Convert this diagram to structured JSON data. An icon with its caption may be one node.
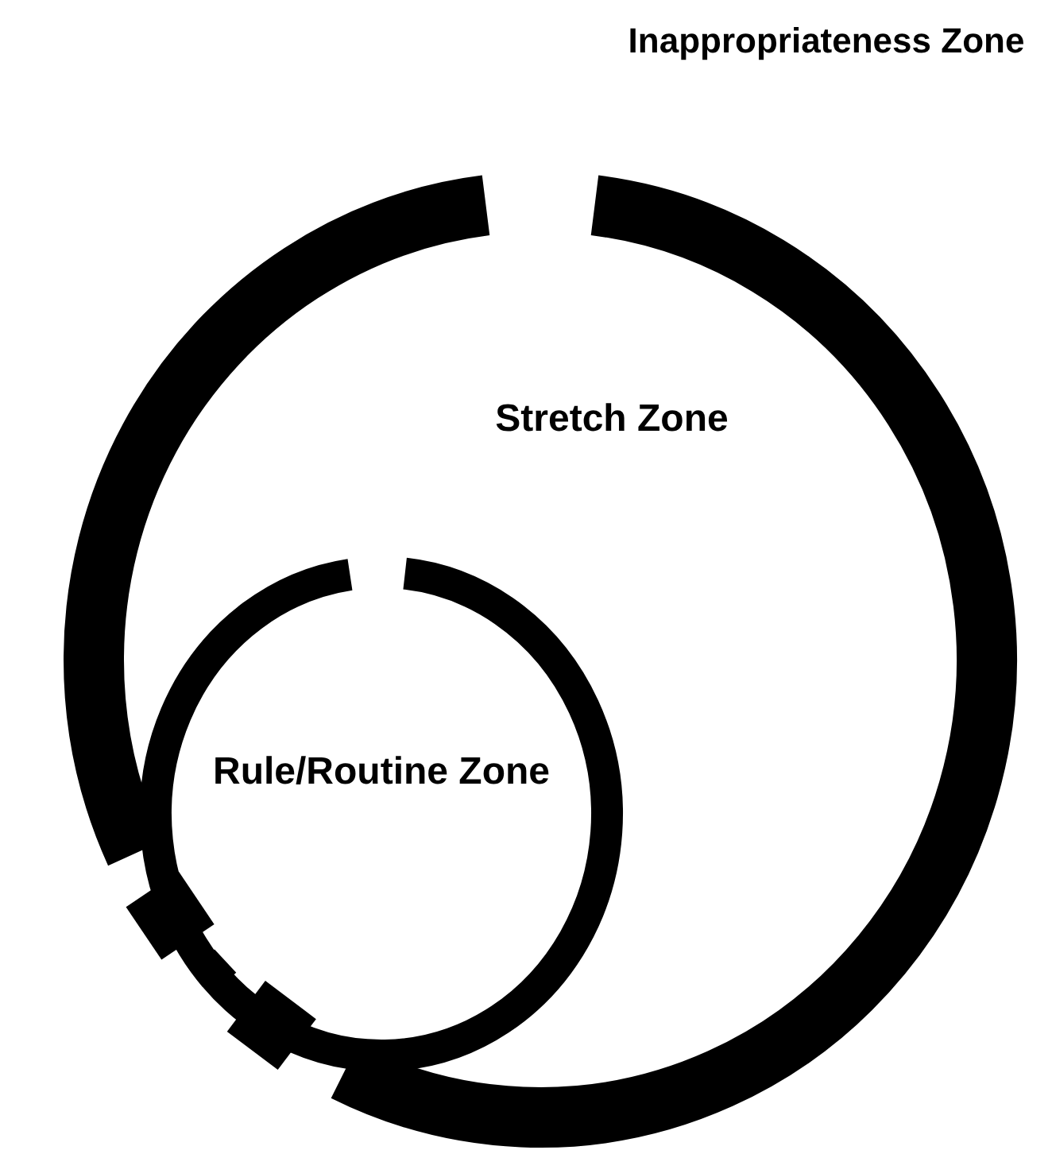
{
  "diagram": {
    "nodes": [
      {
        "text": [
          "Stretch Zone"
        ]
      },
      {
        "text": [
          "Rule/Routine Zone"
        ],
        "in": 0
      }
    ],
    "labels": [
      "Inappropriateness Zone"
    ]
  }
}
